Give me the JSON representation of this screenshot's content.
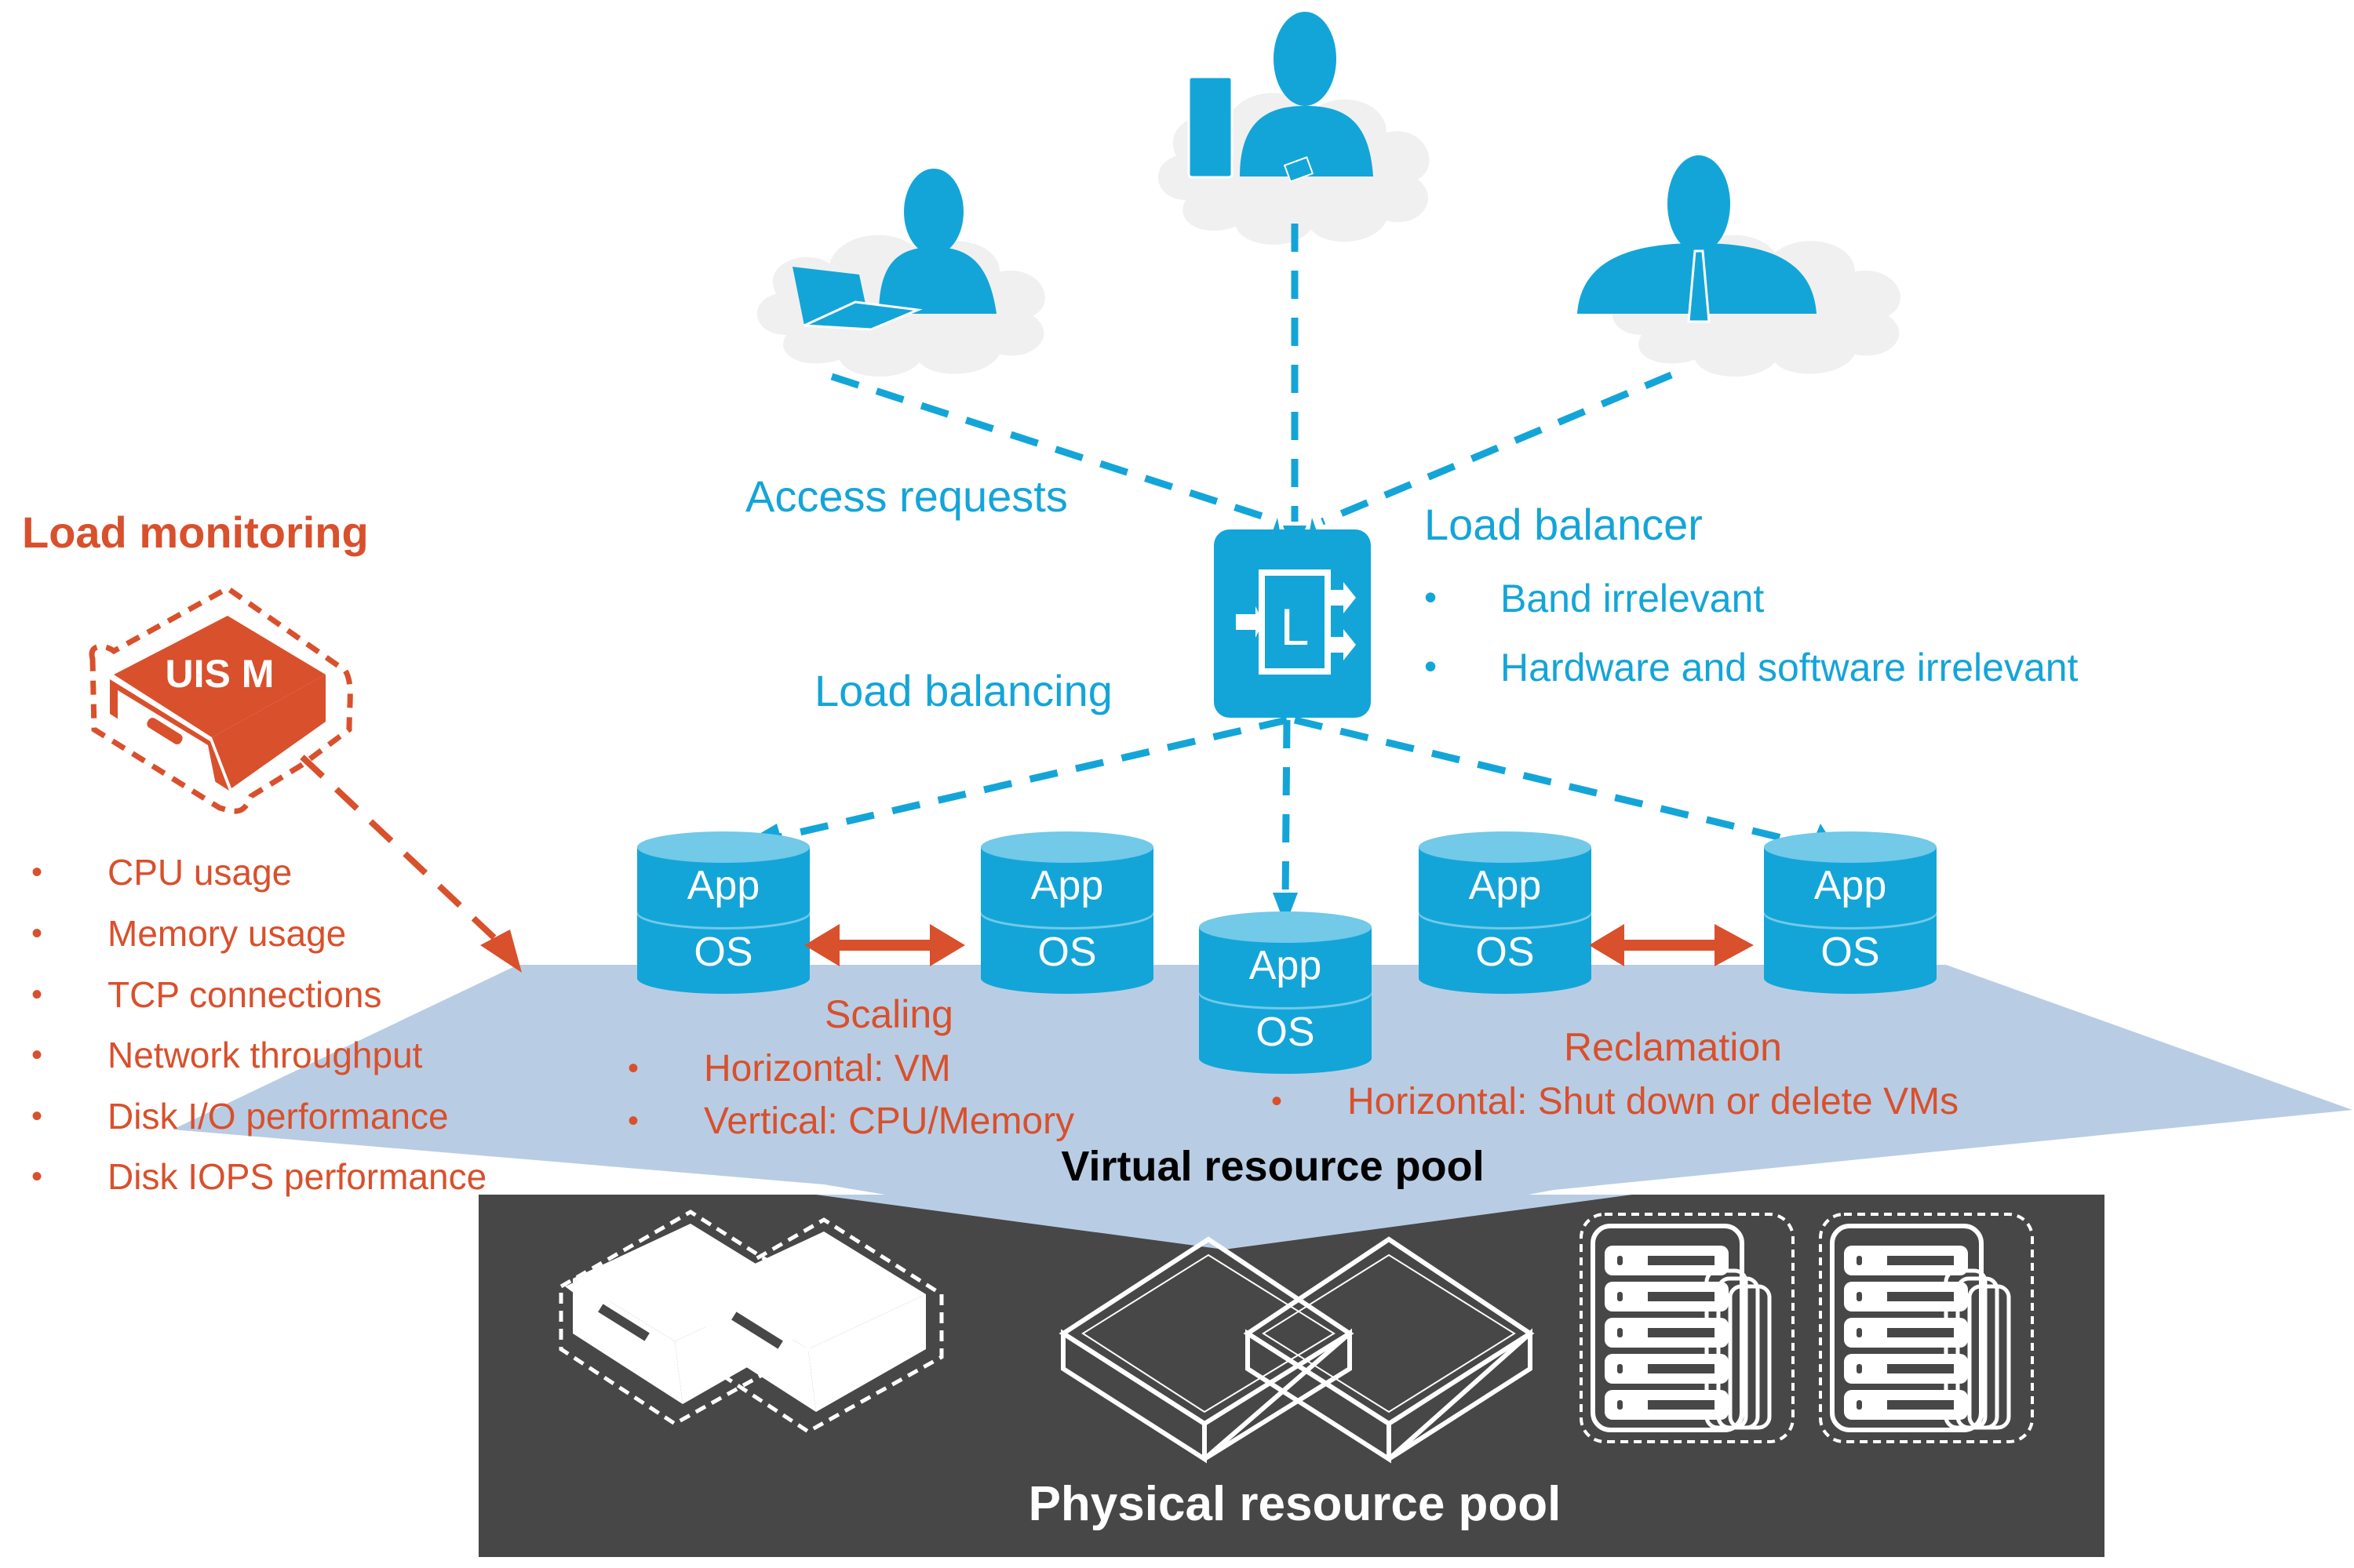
{
  "colors": {
    "primary_blue": "#14a5d8",
    "light_blue": "#72c9e8",
    "orange": "#d9502c",
    "pool_blue": "#b8cde4",
    "cloud_gray": "#f0f0f0",
    "physical_pool_bg": "#474747"
  },
  "users": [
    {
      "icon": "user-with-laptop-icon"
    },
    {
      "icon": "user-with-briefcase-icon"
    },
    {
      "icon": "user-business-icon"
    }
  ],
  "labels": {
    "access_requests": "Access requests",
    "load_balancing": "Load balancing",
    "load_balancer_title": "Load balancer",
    "load_balancer_glyph": "L"
  },
  "load_balancer_points": [
    "Band irrelevant",
    "Hardware and software irrelevant"
  ],
  "load_monitoring": {
    "title": "Load monitoring",
    "device_label": "UIS M",
    "metrics": [
      "CPU usage",
      "Memory usage",
      "TCP connections",
      "Network throughput",
      "Disk I/O performance",
      "Disk IOPS performance"
    ]
  },
  "vm_stack": {
    "app_label": "App",
    "os_label": "OS",
    "count": 5
  },
  "scaling": {
    "title": "Scaling",
    "points": [
      "Horizontal: VM",
      "Vertical: CPU/Memory"
    ]
  },
  "reclamation": {
    "title": "Reclamation",
    "points": [
      "Horizontal: Shut down or delete VMs"
    ]
  },
  "virtual_pool": {
    "title": "Virtual resource pool"
  },
  "physical_pool": {
    "title": "Physical resource pool",
    "devices": [
      "rack-server-pair-icon",
      "wireframe-server-pair-icon",
      "tower-server-icon",
      "tower-server-icon"
    ]
  },
  "bullet": "•"
}
